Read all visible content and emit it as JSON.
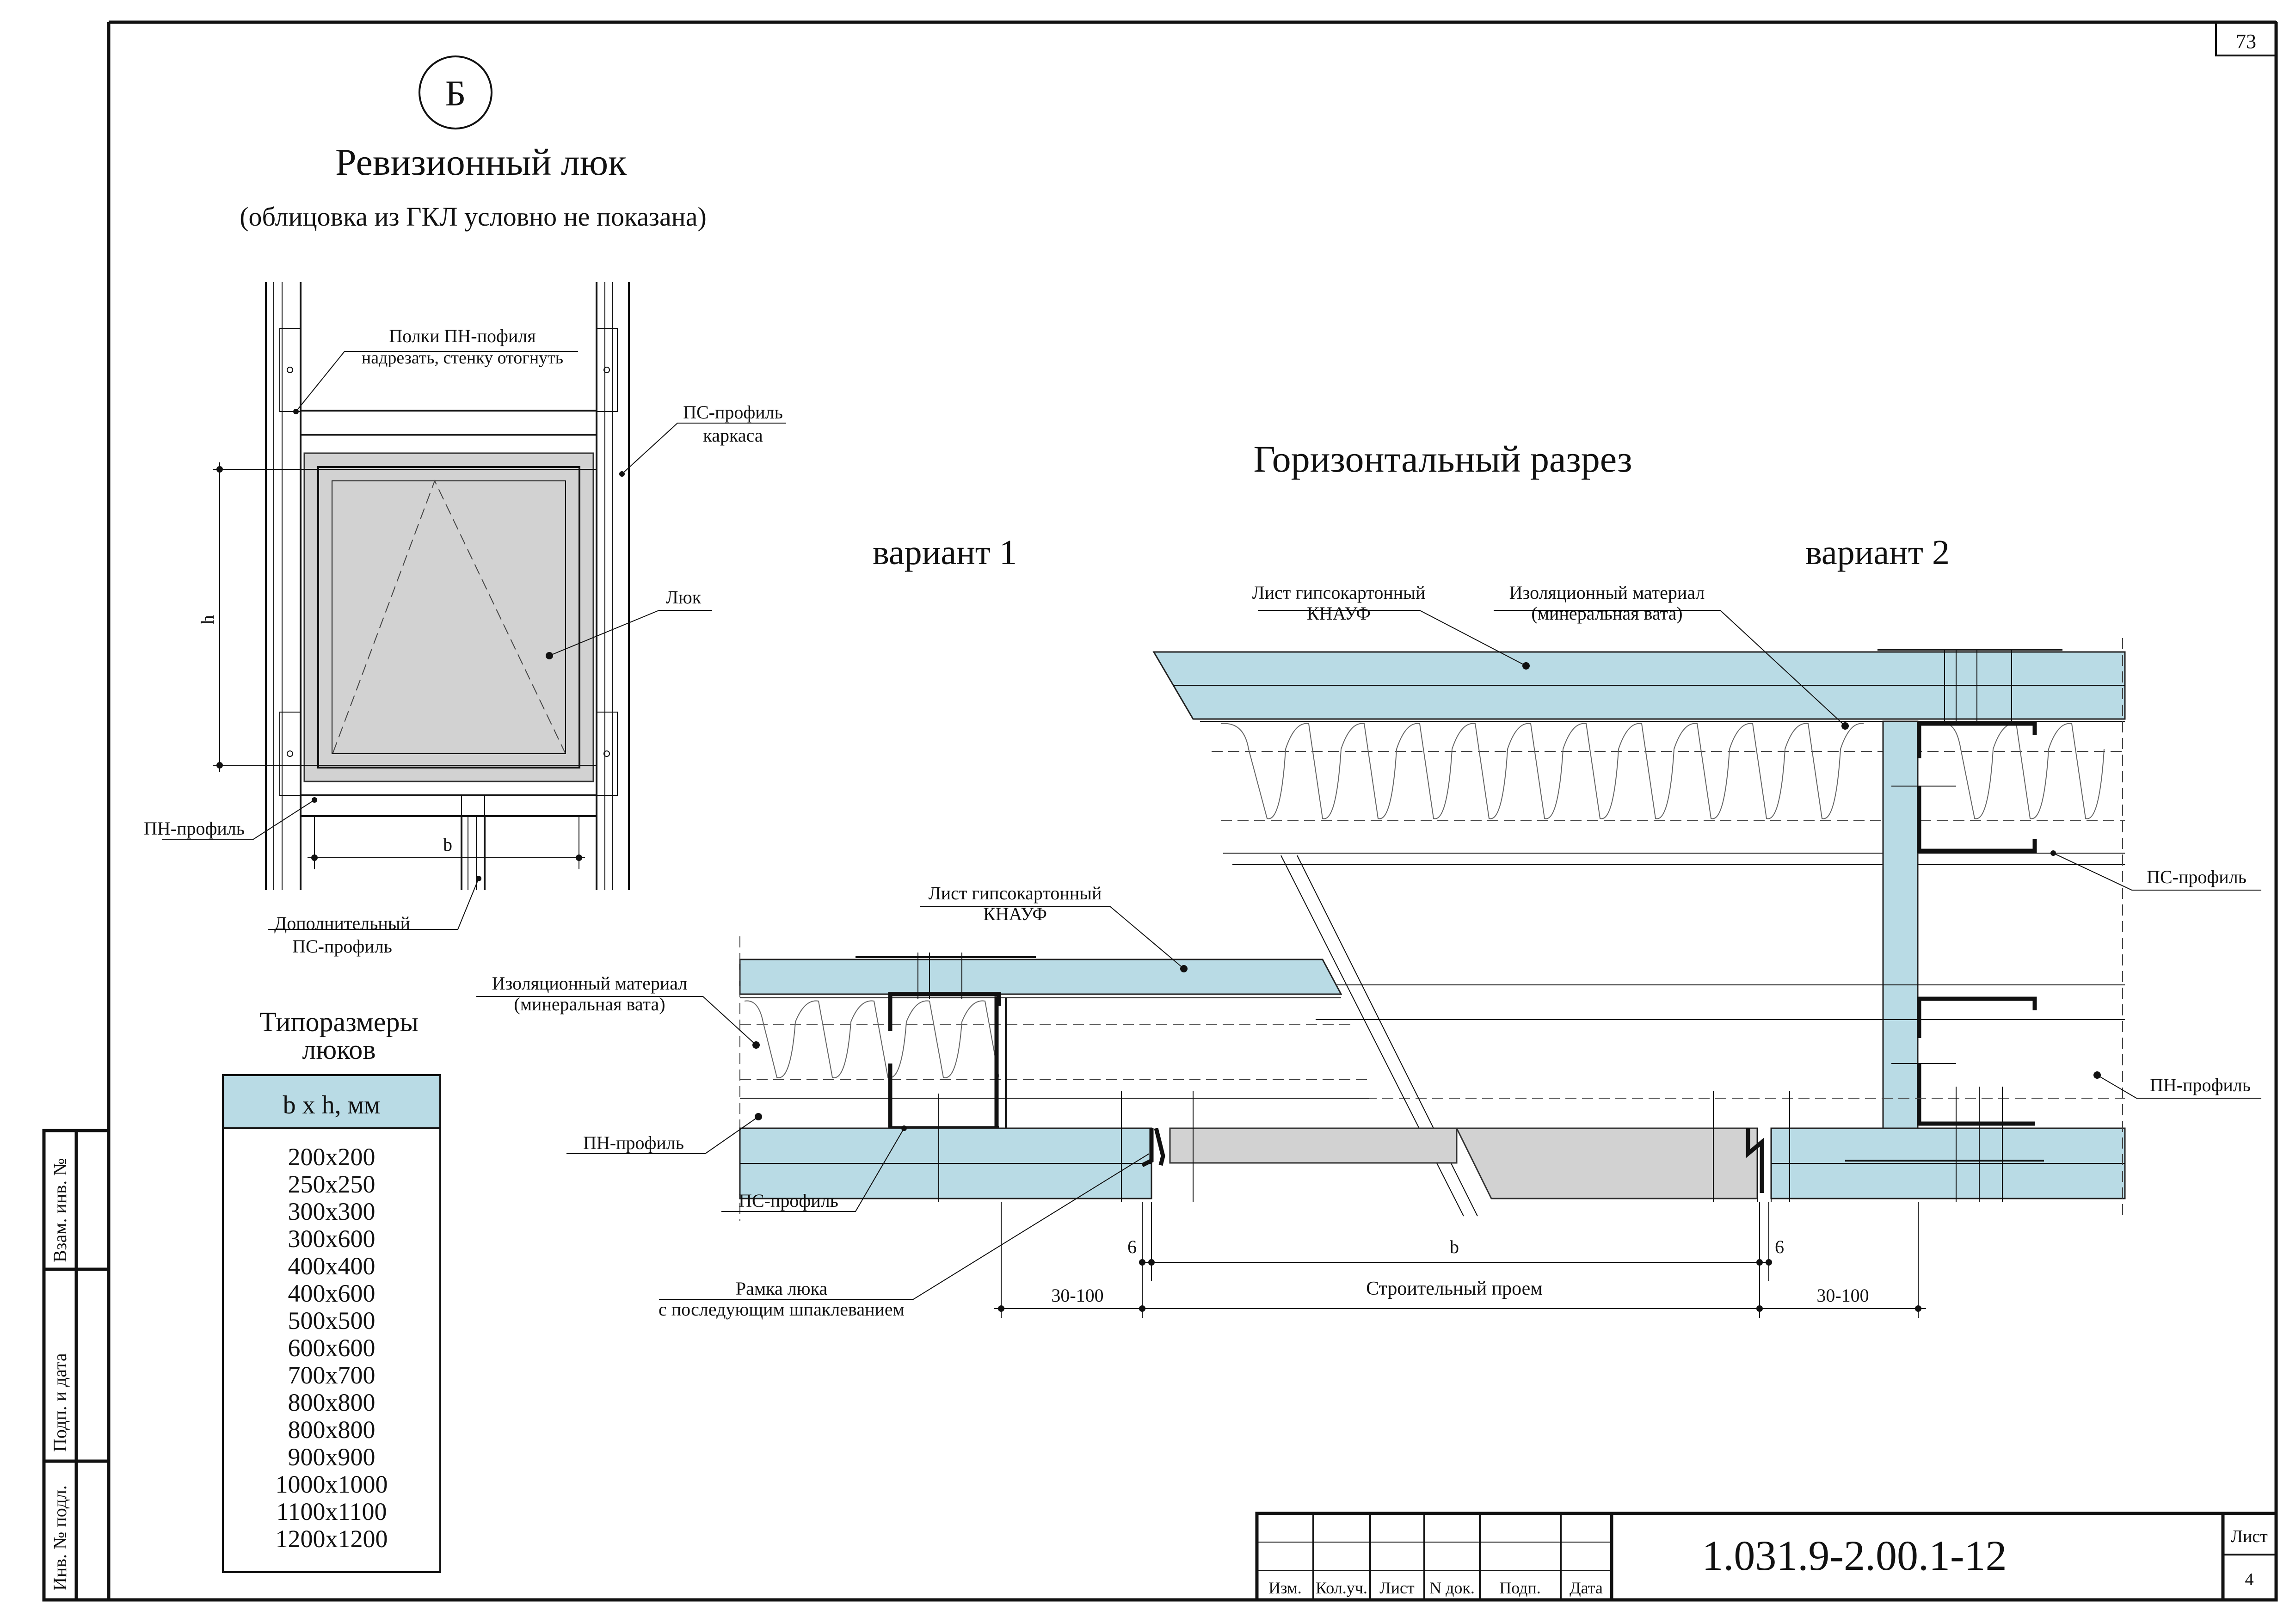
{
  "page_number": "73",
  "detail_marker": "Б",
  "left_view": {
    "title": "Ревизионный люк",
    "subtitle": "(облицовка из ГКЛ условно не показана)",
    "labels": {
      "pn_flanges_line1": "Полки ПН-пофиля",
      "pn_flanges_line2": "надрезать, стенку отогнуть",
      "ps_frame_line1": "ПС-профиль",
      "ps_frame_line2": "каркаса",
      "hatch": "Люк",
      "pn_profile": "ПН-профиль",
      "extra_ps_line1": "Дополнительный",
      "extra_ps_line2": "ПС-профиль",
      "dim_h": "h",
      "dim_b": "b"
    }
  },
  "sizes_table": {
    "caption_line1": "Типоразмеры",
    "caption_line2": "люков",
    "header": "b x h, мм",
    "rows": [
      "200x200",
      "250x250",
      "300x300",
      "300x600",
      "400x400",
      "400x600",
      "500x500",
      "600x600",
      "700x700",
      "800x800",
      "800x800",
      "900x900",
      "1000x1000",
      "1100x1100",
      "1200x1200"
    ]
  },
  "right_view": {
    "title": "Горизонтальный разрез",
    "variant1": "вариант 1",
    "variant2": "вариант 2",
    "v1_labels": {
      "gkl_line1": "Лист гипсокартонный",
      "gkl_line2": "КНАУФ",
      "ins_line1": "Изоляционный материал",
      "ins_line2": "(минеральная вата)",
      "pn": "ПН-профиль",
      "ps": "ПС-профиль",
      "frame_line1": "Рамка люка",
      "frame_line2": "с последующим шпаклеванием"
    },
    "v2_labels": {
      "gkl_line1": "Лист гипсокартонный",
      "gkl_line2": "КНАУФ",
      "ins_line1": "Изоляционный материал",
      "ins_line2": "(минеральная вата)",
      "ps": "ПС-профиль",
      "pn": "ПН-профиль"
    },
    "dimensions": {
      "gap_left": "6",
      "gap_right": "6",
      "opening_width": "b",
      "left_range": "30-100",
      "right_range": "30-100",
      "opening_label": "Строительный проем"
    }
  },
  "side_stamp": {
    "field1": "Взам. инв. №",
    "field2": "Подп. и дата",
    "field3": "Инв. № подл."
  },
  "title_block": {
    "code": "1.031.9-2.00.1-12",
    "sheet_label": "Лист",
    "sheet_number": "4",
    "columns": [
      "Изм.",
      "Кол.уч.",
      "Лист",
      "N док.",
      "Подп.",
      "Дата"
    ]
  }
}
